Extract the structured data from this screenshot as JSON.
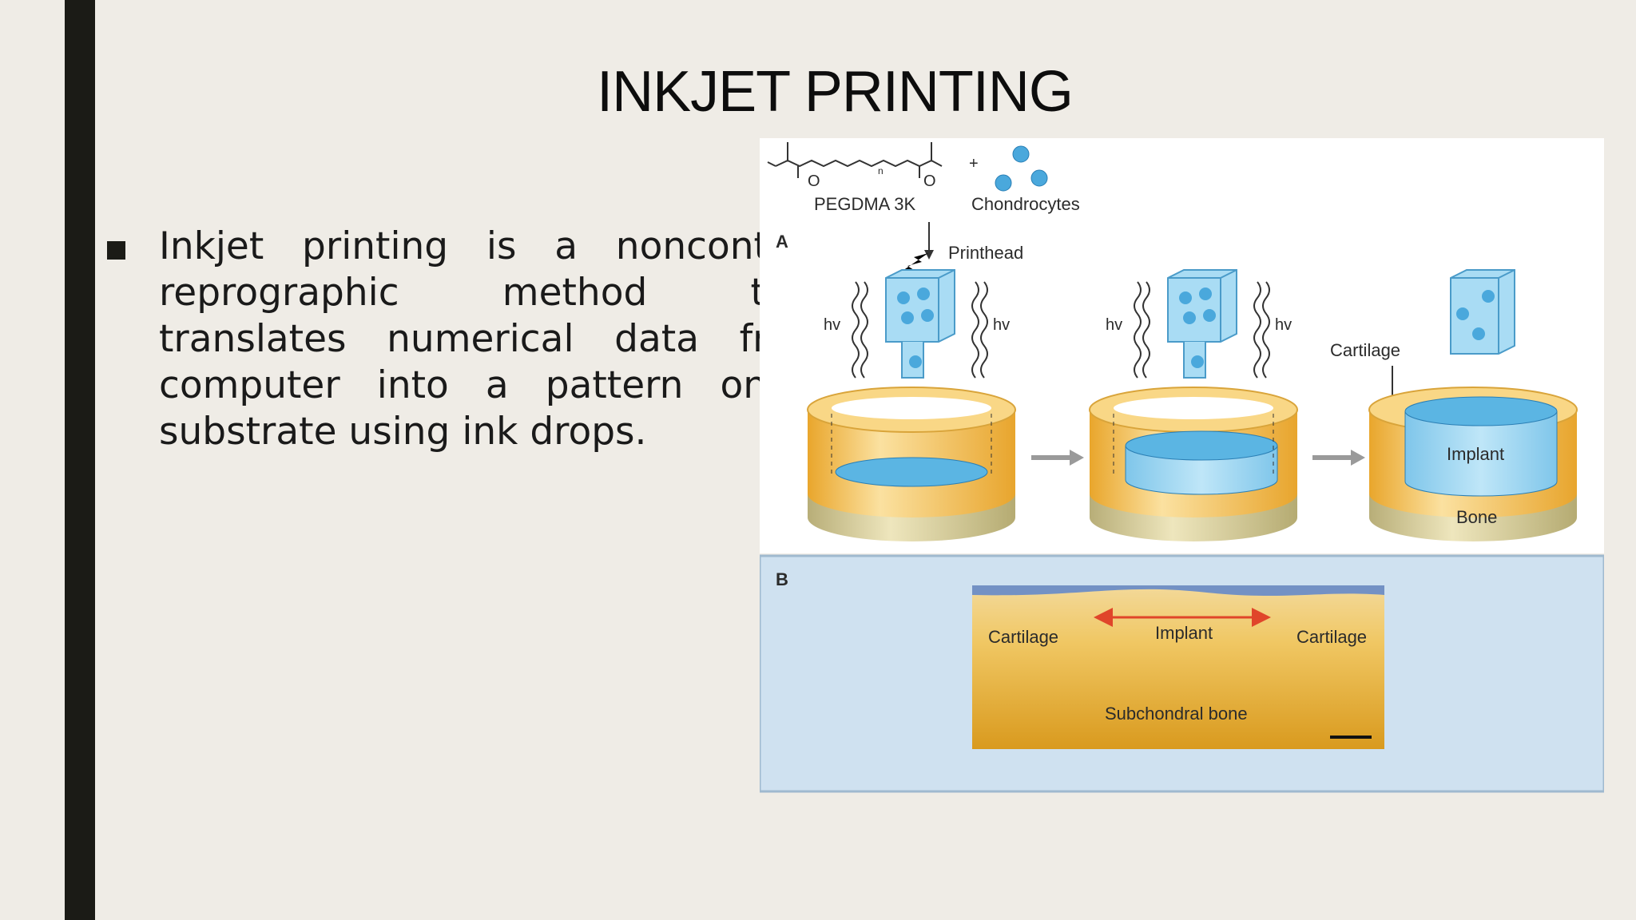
{
  "slide": {
    "title": "INKJET PRINTING",
    "bullets": [
      "Inkjet printing is a noncontact reprographic method that translates numerical data from computer into a pattern on a substrate using ink drops."
    ]
  },
  "figure": {
    "panel_a": {
      "letter": "A",
      "molecule_label": "PEGDMA 3K",
      "cells_label": "Chondrocytes",
      "printhead_label": "Printhead",
      "light_label": "hv",
      "cartilage_label": "Cartilage",
      "implant_label": "Implant",
      "bone_label": "Bone",
      "plus_sign": "+",
      "subscript_n": "n"
    },
    "panel_b": {
      "letter": "B",
      "cartilage_left": "Cartilage",
      "implant": "Implant",
      "cartilage_right": "Cartilage",
      "bone": "Subchondral bone"
    }
  },
  "colors": {
    "background": "#efece6",
    "sidebar_bar": "#1b1b16",
    "panel_b_bg": "#cfe1f0",
    "gel_blue": "#8fd0ef",
    "bone_tan": "#d8cf9c",
    "cup_yellow": "#f4c24a",
    "arrow_red": "#e0452a"
  }
}
